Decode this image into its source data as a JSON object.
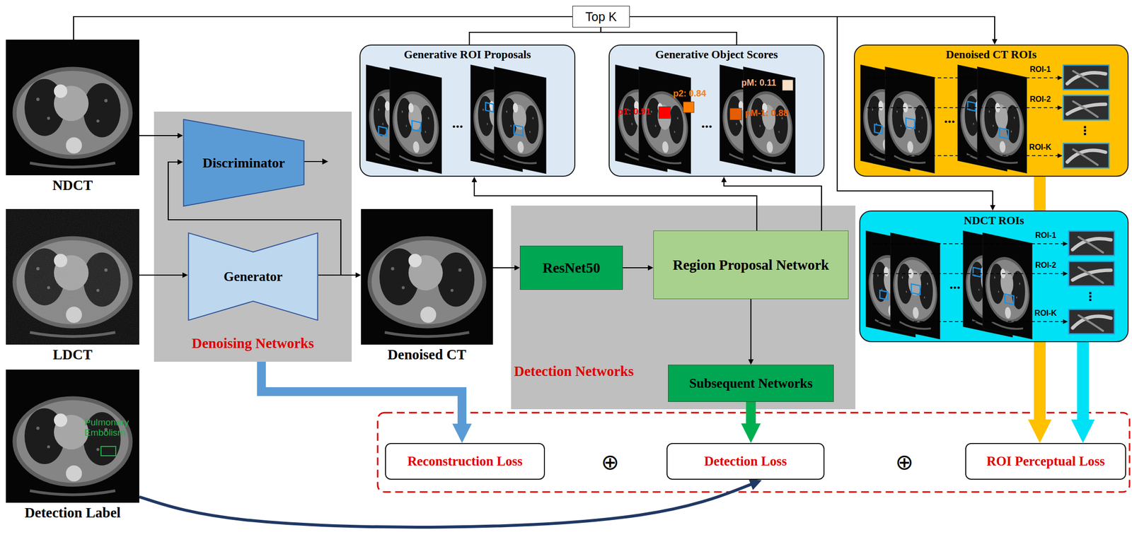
{
  "diagram": {
    "nodes": [
      {
        "text": [
          "NDCT"
        ]
      },
      {
        "text": [
          "LDCT"
        ]
      },
      {
        "text": [
          "Pulmonary Embolism",
          "Detection Label"
        ]
      },
      {
        "text": [
          "Denoising Networks"
        ]
      },
      {
        "text": [
          "Discriminator"
        ],
        "in": 3
      },
      {
        "text": [
          "Generator"
        ],
        "in": 3
      },
      {
        "text": [
          "Denoised CT"
        ]
      },
      {
        "text": [
          "Top K"
        ]
      },
      {
        "text": [
          "Generative ROI Proposals"
        ]
      },
      {
        "text": [
          "Generative Object Scores"
        ]
      },
      {
        "text": [
          "Denoised CT ROIs"
        ]
      },
      {
        "text": [
          "NDCT ROIs"
        ]
      },
      {
        "text": [
          "Detection Networks"
        ]
      },
      {
        "text": [
          "ResNet50"
        ],
        "in": 12
      },
      {
        "text": [
          "Region Proposal Network"
        ],
        "in": 12
      },
      {
        "text": [
          "Subsequent Networks"
        ],
        "in": 12
      },
      {
        "text": [
          "Reconstruction Loss"
        ]
      },
      {
        "text": [
          "Detection Loss"
        ]
      },
      {
        "text": [
          "ROI Perceptual Loss"
        ]
      }
    ],
    "edges": [
      {
        "from": 0,
        "to": 4,
        "arrow": "to"
      },
      {
        "from": 1,
        "to": 5,
        "arrow": "to"
      },
      {
        "from": 5,
        "to": 6,
        "arrow": "to"
      },
      {
        "from": 5,
        "to": 4,
        "arrow": "to"
      },
      {
        "from": 0,
        "to": 7,
        "arrow": "none"
      },
      {
        "from": 7,
        "to": 8,
        "arrow": "none"
      },
      {
        "from": 7,
        "to": 9,
        "arrow": "none"
      },
      {
        "from": 7,
        "to": 10,
        "arrow": "to"
      },
      {
        "from": 7,
        "to": 11,
        "arrow": "to"
      },
      {
        "from": 6,
        "to": 13,
        "arrow": "to"
      },
      {
        "from": 13,
        "to": 14,
        "arrow": "to"
      },
      {
        "from": 14,
        "to": 8,
        "arrow": "to"
      },
      {
        "from": 14,
        "to": 9,
        "arrow": "to"
      },
      {
        "from": 14,
        "to": 15,
        "arrow": "to"
      },
      {
        "from": 3,
        "to": 16,
        "arrow": "to"
      },
      {
        "from": 15,
        "to": 17,
        "arrow": "to"
      },
      {
        "from": 10,
        "to": 18,
        "arrow": "to"
      },
      {
        "from": 11,
        "to": 18,
        "arrow": "to"
      },
      {
        "from": 2,
        "to": 17,
        "arrow": "to"
      }
    ],
    "labels": [
      "...",
      "p1: 0.91",
      "p2: 0.84",
      "...",
      "pM-1: 0.88",
      "pM: 0.11",
      "ROI-1",
      "ROI-2",
      "⋮",
      "ROI-K",
      "...",
      "ROI-1",
      "ROI-2",
      "⋮",
      "ROI-K",
      "...",
      "⊕",
      "⊕"
    ]
  }
}
